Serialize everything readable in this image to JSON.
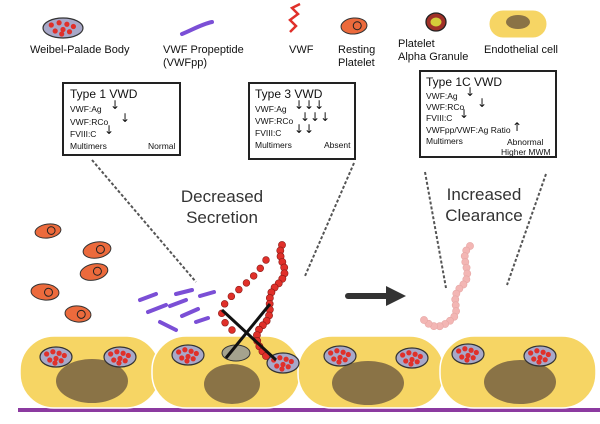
{
  "legend": {
    "wpb": "Weibel-Palade Body",
    "propeptide_line1": "VWF Propeptide",
    "propeptide_line2": "(VWFpp)",
    "vwf": "VWF",
    "resting_line1": "Resting",
    "resting_line2": "Platelet",
    "granule_line1": "Platelet",
    "granule_line2": "Alpha Granule",
    "endothelial": "Endothelial cell"
  },
  "type1": {
    "title": "Type 1 VWD",
    "row1": "VWF:Ag",
    "row2": "VWF:RCo",
    "row3": "FVIII:C",
    "row4": "Multimers",
    "note": "Normal"
  },
  "type3": {
    "title": "Type 3 VWD",
    "row1": "VWF:Ag",
    "row2": "VWF:RCo",
    "row3": "FVIII:C",
    "row4": "Multimers",
    "note": "Absent"
  },
  "type1c": {
    "title": "Type 1C VWD",
    "row1": "VWF:Ag",
    "row2": "VWF:RCo",
    "row3": "FVIII:C",
    "row4": "VWFpp/VWF:Ag Ratio",
    "row5": "Multimers",
    "note1": "Abnormal",
    "note2": "Higher MWM"
  },
  "annotations": {
    "decreased_1": "Decreased",
    "decreased_2": "Secretion",
    "increased_1": "Increased",
    "increased_2": "Clearance"
  },
  "glyphs": {
    "down": "↓",
    "down2": "↓↓",
    "down3": "↓↓↓",
    "up": "↑"
  },
  "colors": {
    "cell": "#f6d564",
    "nucleus": "#8a7346",
    "platelet": "#ec6a3c",
    "vwf": "#e0302a",
    "vwf_faded": "#f3b6b4",
    "propeptide": "#7b4fd6",
    "membrane": "#8c3aa0",
    "wpb": "#a8a8c8"
  }
}
